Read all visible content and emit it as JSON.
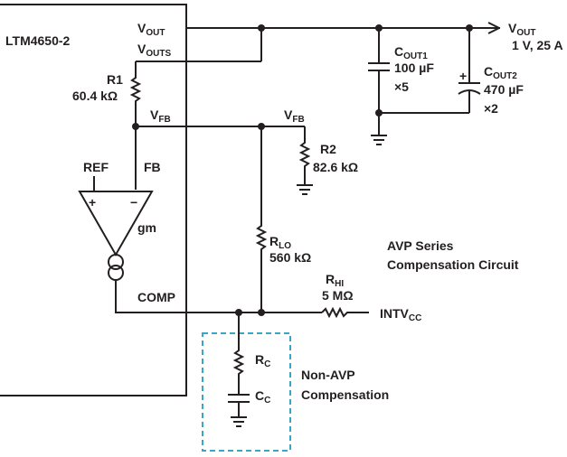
{
  "ic": {
    "name": "LTM4650-2",
    "pin_vout": {
      "main": "V",
      "sub": "OUT"
    },
    "pin_vouts": {
      "main": "V",
      "sub": "OUTS"
    },
    "pin_vfb": {
      "main": "V",
      "sub": "FB"
    },
    "pin_ref": "REF",
    "pin_fb": "FB",
    "amp_plus": "+",
    "amp_minus": "−",
    "amp_label": "gm",
    "pin_comp": "COMP"
  },
  "output": {
    "label": {
      "main": "V",
      "sub": "OUT"
    },
    "spec": "1 V, 25 A"
  },
  "cout1": {
    "name": {
      "main": "C",
      "sub": "OUT1"
    },
    "value": "100 µF",
    "count": "×5"
  },
  "cout2": {
    "name": {
      "main": "C",
      "sub": "OUT2"
    },
    "value": "470 µF",
    "count": "×2",
    "polarity": "+"
  },
  "r1": {
    "name": "R1",
    "value": "60.4 kΩ"
  },
  "r2": {
    "name": "R2",
    "value": "82.6 kΩ"
  },
  "vfb_node": {
    "main": "V",
    "sub": "FB"
  },
  "rlo": {
    "name": {
      "main": "R",
      "sub": "LO"
    },
    "value": "560 kΩ"
  },
  "rhi": {
    "name": {
      "main": "R",
      "sub": "HI"
    },
    "value": "5 MΩ"
  },
  "intvcc": {
    "main": "INTV",
    "sub": "CC"
  },
  "avp_title": {
    "line1": "AVP Series",
    "line2": "Compensation Circuit"
  },
  "rc": {
    "main": "R",
    "sub": "C"
  },
  "cc": {
    "main": "C",
    "sub": "C"
  },
  "non_avp": {
    "line1": "Non-AVP",
    "line2": "Compensation"
  },
  "colors": {
    "wire": "#231f20",
    "dashed_box": "#3aa6c4"
  }
}
